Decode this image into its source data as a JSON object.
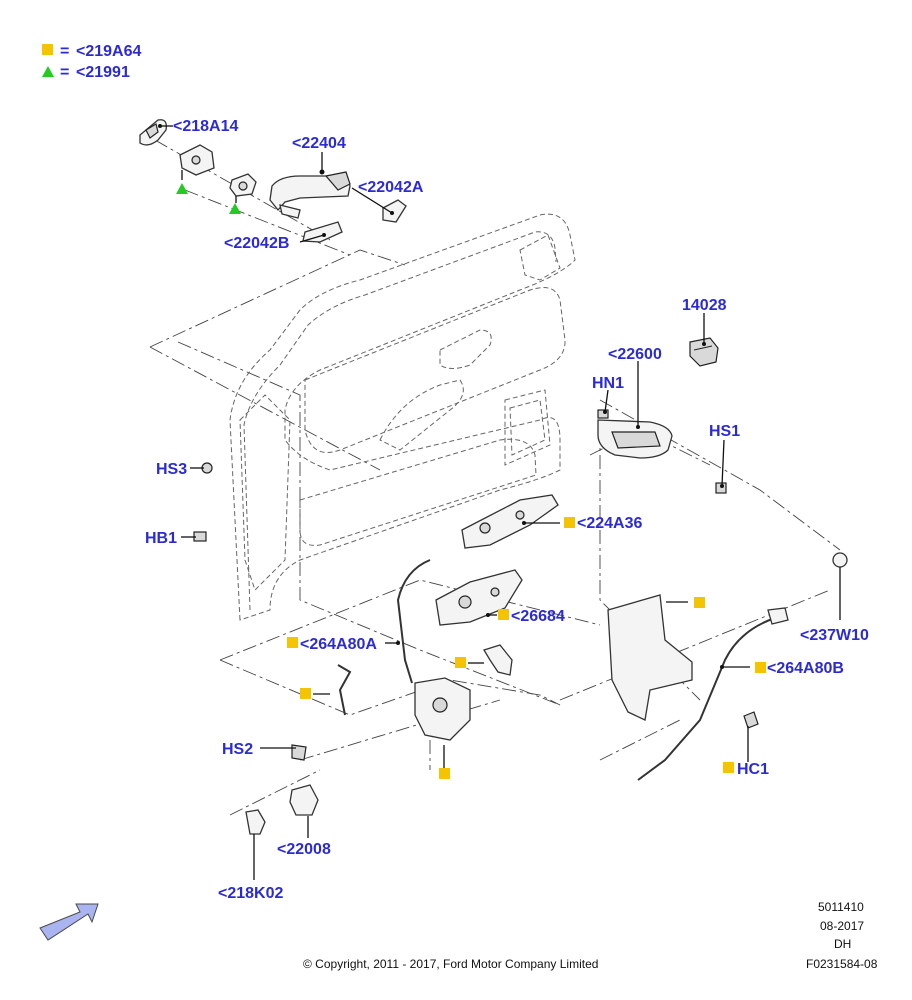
{
  "colors": {
    "label": "#2b2bd6",
    "square_marker": "#f5c400",
    "triangle_marker": "#22cc22",
    "arrow_fill": "#a9b4f0",
    "text": "#111111"
  },
  "legend": [
    {
      "marker": "square",
      "eq": "=",
      "code": "<219A64"
    },
    {
      "marker": "triangle",
      "eq": "=",
      "code": "<21991"
    }
  ],
  "parts": {
    "p218A14": "<218A14",
    "p22404": "<22404",
    "p22042A": "<22042A",
    "p22042B": "<22042B",
    "p14028": "14028",
    "p22600": "<22600",
    "pHN1": "HN1",
    "pHS1": "HS1",
    "pHS3": "HS3",
    "p224A36": "<224A36",
    "pHB1": "HB1",
    "p26684": "<26684",
    "p237W10": "<237W10",
    "p264A80A": "<264A80A",
    "p264A80B": "<264A80B",
    "pHS2": "HS2",
    "pHC1": "HC1",
    "p22008": "<22008",
    "p218K02": "<218K02"
  },
  "meta": {
    "code1": "5011410",
    "date": "08-2017",
    "initials": "DH",
    "figure": "F0231584-08",
    "copyright": "© Copyright, 2011 - 2017, Ford Motor Company Limited"
  }
}
